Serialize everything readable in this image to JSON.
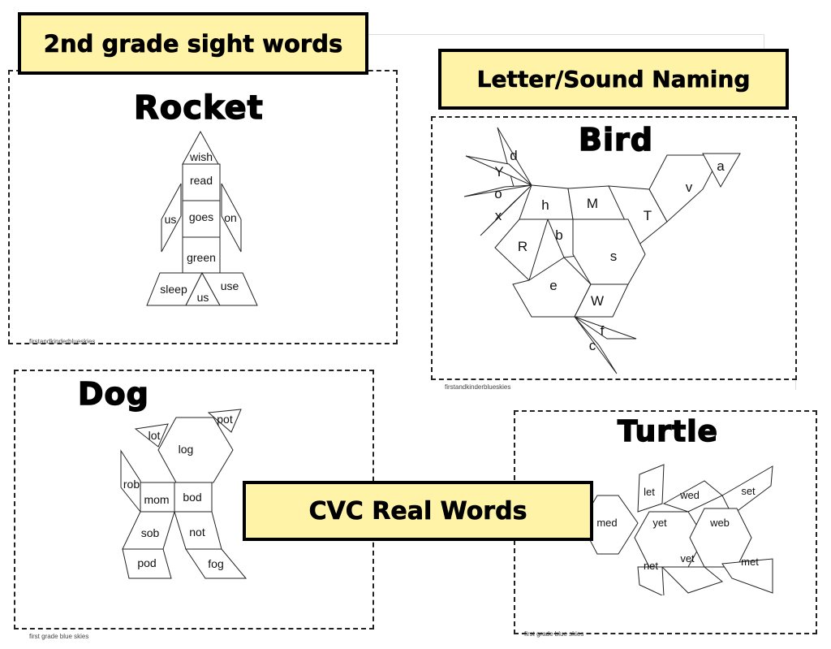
{
  "banners": {
    "sight_words": "2nd grade sight words",
    "letter_sound": "Letter/Sound Naming",
    "cvc": "CVC Real Words"
  },
  "rocket": {
    "title": "Rocket",
    "credit": "firstandkinderblueskies",
    "words": {
      "nose": "wish",
      "body1": "read",
      "body2": "goes",
      "body3": "green",
      "fin_left": "us",
      "fin_right": "on",
      "base_left": "sleep",
      "base_mid": "us",
      "base_right": "use"
    }
  },
  "bird": {
    "title": "Bird",
    "credit": "firstandkinderblueskies",
    "letters": {
      "l1": "d",
      "l2": "Y",
      "l3": "o",
      "l4": "x",
      "l5": "h",
      "l6": "M",
      "l7": "T",
      "l8": "v",
      "l9": "a",
      "l10": "R",
      "l11": "b",
      "l12": "s",
      "l13": "e",
      "l14": "W",
      "l15": "f",
      "l16": "c"
    }
  },
  "dog": {
    "title": "Dog",
    "credit": "first grade blue skies",
    "words": {
      "ear_left": "lot",
      "head": "log",
      "ear_right": "pot",
      "tail": "rob",
      "body_left": "mom",
      "body_right": "bod",
      "leg_left": "sob",
      "leg_right": "not",
      "foot_left": "pod",
      "foot_right": "fog"
    }
  },
  "turtle": {
    "title": "Turtle",
    "credit": "first grade blue skies",
    "words": {
      "head": "med",
      "shell_top_left": "let",
      "shell_top_mid": "wed",
      "flipper_top": "set",
      "shell_center": "yet",
      "shell_right": "web",
      "shell_bottom_left": "net",
      "shell_bottom_mid": "vet",
      "flipper_bottom": "met"
    }
  }
}
